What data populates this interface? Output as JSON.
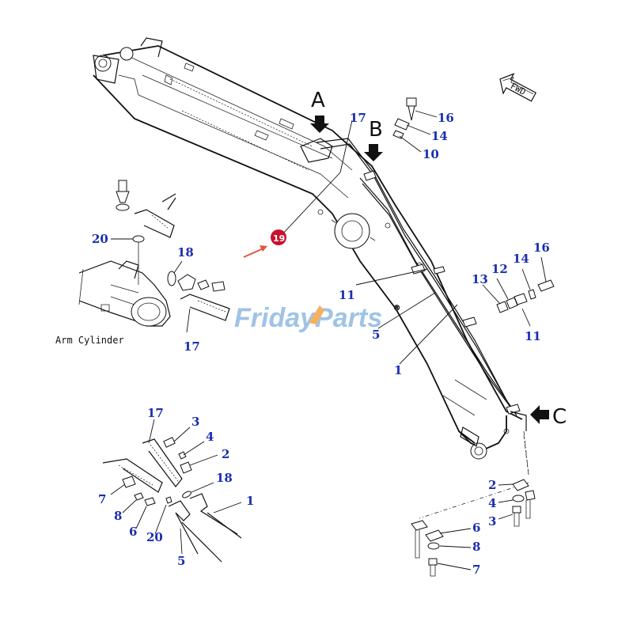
{
  "watermark": {
    "part1": "Friday",
    "part2": "Parts",
    "mark": "®"
  },
  "direction_tag": "FWD",
  "subtitle": "Arm Cylinder",
  "view_letters": {
    "a": "A",
    "b": "B",
    "c": "C"
  },
  "highlight_callout": {
    "label": "19",
    "color": "#c8102e"
  },
  "callout_color": "#1a2fb0",
  "main_labels": {
    "c17": "17",
    "c16a": "16",
    "c14a": "14",
    "c10": "10",
    "c11a": "11",
    "c5a": "5",
    "c1a": "1",
    "c13": "13",
    "c12": "12",
    "c14b": "14",
    "c16b": "16",
    "c11b": "11"
  },
  "cylinder_labels": {
    "c20": "20",
    "c18": "18",
    "c17": "17"
  },
  "lower_left_labels": {
    "c17": "17",
    "c3": "3",
    "c4": "4",
    "c2": "2",
    "c18": "18",
    "c7": "7",
    "c1": "1",
    "c8": "8",
    "c6": "6",
    "c20": "20",
    "c5": "5"
  },
  "lower_right_labels": {
    "c2": "2",
    "c4": "4",
    "c3": "3",
    "c6": "6",
    "c8": "8",
    "c7": "7"
  }
}
